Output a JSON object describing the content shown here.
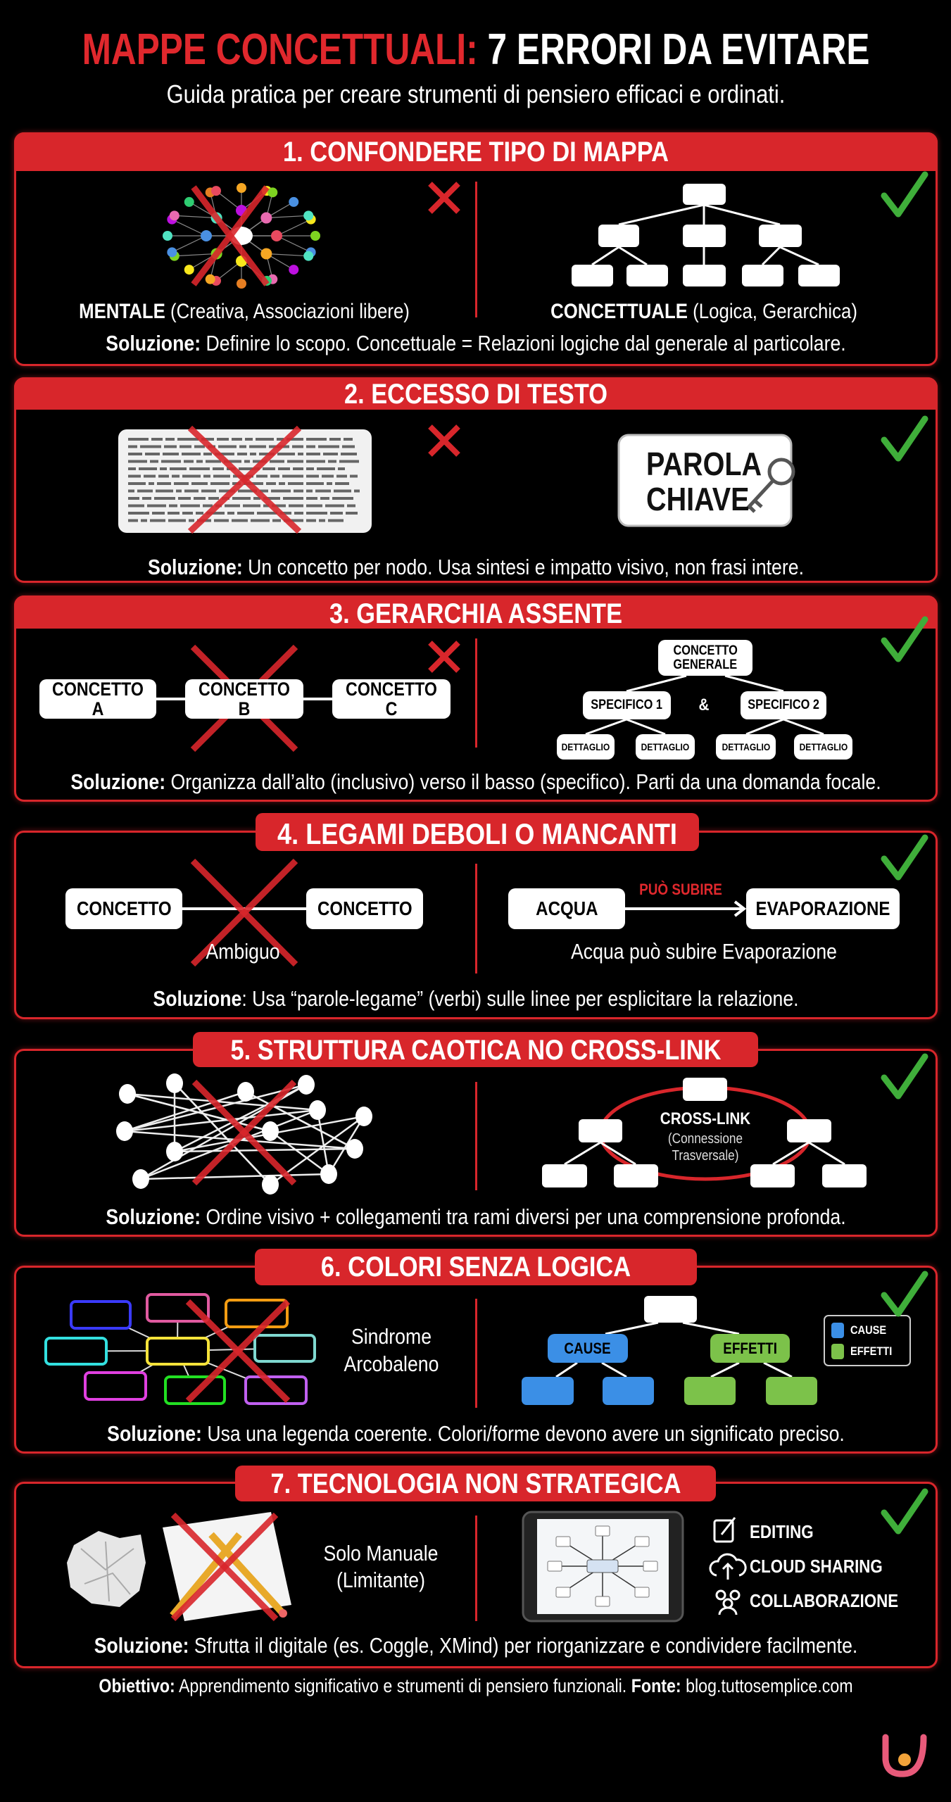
{
  "header": {
    "title_red": "MAPPE CONCETTUALI:",
    "title_white": "7 ERRORI DA EVITARE",
    "subtitle": "Guida pratica per creare strumenti di pensiero efficaci e ordinati."
  },
  "solution_label": "Soluzione:",
  "sections": [
    {
      "title": "1. CONFONDERE TIPO DI MAPPA",
      "wrong_label_bold": "MENTALE",
      "wrong_label_rest": " (Creativa, Associazioni libere)",
      "right_label_bold": "CONCETTUALE",
      "right_label_rest": " (Logica, Gerarchica)",
      "solution": " Definire lo scopo. Concettuale = Relazioni logiche dal generale al particolare."
    },
    {
      "title": "2. ECCESSO DI TESTO",
      "keyword_line1": "PAROLA",
      "keyword_line2": "CHIAVE",
      "solution": " Un concetto per nodo. Usa sintesi e impatto visivo, non frasi intere."
    },
    {
      "title": "3. GERARCHIA ASSENTE",
      "wrong_nodes": [
        "CONCETTO A",
        "CONCETTO B",
        "CONCETTO C"
      ],
      "root_line1": "CONCETTO",
      "root_line2": "GENERALE",
      "specific": [
        "SPECIFICO 1",
        "SPECIFICO 2"
      ],
      "ampersand": "&",
      "details": [
        "DETTAGLIO",
        "DETTAGLIO",
        "DETTAGLIO",
        "DETTAGLIO"
      ],
      "solution": " Organizza dall’alto (inclusivo) verso il basso (specifico). Parti da una domanda focale."
    },
    {
      "title": "4. LEGAMI DEBOLI O MANCANTI",
      "wrong_nodes": [
        "CONCETTO",
        "CONCETTO"
      ],
      "wrong_caption": "Ambiguo",
      "right_nodes": [
        "ACQUA",
        "EVAPORAZIONE"
      ],
      "link_word": "PUÒ SUBIRE",
      "right_caption": "Acqua può subire Evaporazione",
      "solution_label": "Soluzione",
      "solution": ": Usa “parole-legame” (verbi) sulle linee per esplicitare la relazione."
    },
    {
      "title": "5. STRUTTURA CAOTICA NO CROSS-LINK",
      "crosslink": "CROSS-LINK",
      "crosslink_sub1": "(Connessione",
      "crosslink_sub2": "Trasversale)",
      "solution": " Ordine visivo + collegamenti tra rami diversi per una comprensione profonda."
    },
    {
      "title": "6. COLORI SENZA LOGICA",
      "wrong_caption1": "Sindrome",
      "wrong_caption2": "Arcobaleno",
      "cause": "CAUSE",
      "effects": "EFFETTI",
      "legend": [
        "CAUSE",
        "EFFETTI"
      ],
      "solution": " Usa una legenda coerente. Colori/forme devono avere un significato preciso."
    },
    {
      "title": "7. TECNOLOGIA NON STRATEGICA",
      "wrong_caption1": "Solo Manuale",
      "wrong_caption2": "(Limitante)",
      "features": [
        {
          "icon": "edit-icon",
          "label": "EDITING"
        },
        {
          "icon": "cloud-upload-icon",
          "label": "CLOUD SHARING"
        },
        {
          "icon": "users-icon",
          "label": "COLLABORAZIONE"
        }
      ],
      "solution": " Sfrutta il digitale (es. Coggle, XMind) per riorganizzare e condividere facilmente."
    }
  ],
  "footer": {
    "objective_label": "Obiettivo:",
    "objective": " Apprendimento significativo e strumenti di pensiero funzionali. ",
    "source_label": "Fonte:",
    "source": " blog.tuttosemplice.com"
  },
  "colors": {
    "accent": "#d8262b",
    "check": "#3fae3a",
    "cause": "#3b8fe6",
    "effects": "#7cc24a",
    "background": "#000000"
  }
}
